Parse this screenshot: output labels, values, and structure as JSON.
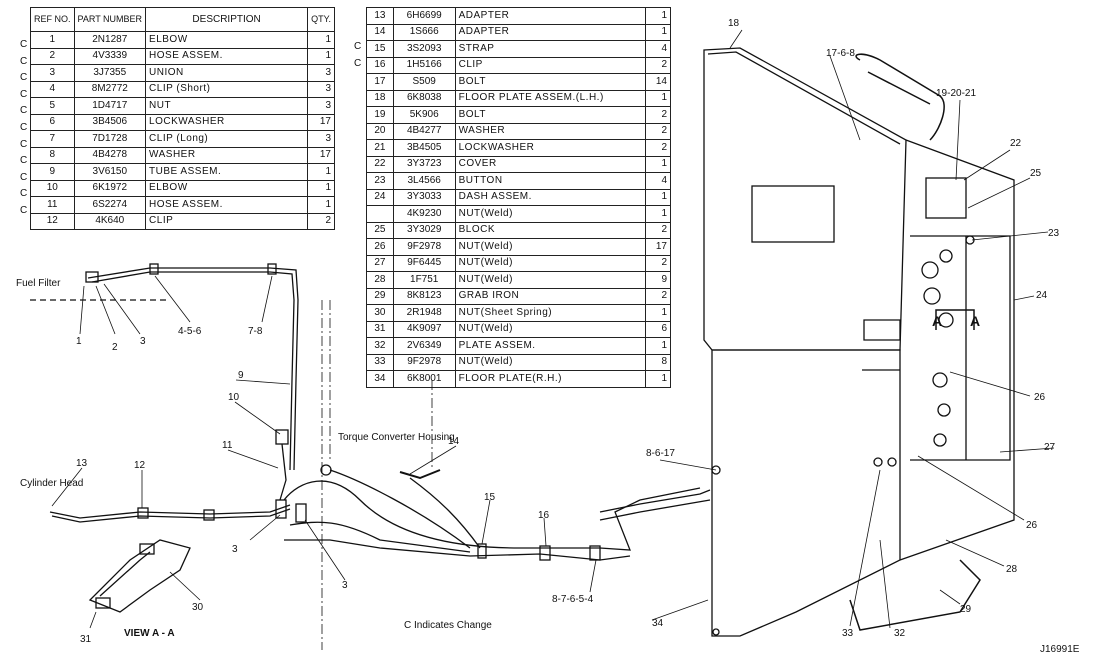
{
  "table1": {
    "headers": [
      "REF NO.",
      "PART NUMBER",
      "DESCRIPTION",
      "QTY."
    ],
    "rows": [
      {
        "change": "C",
        "ref": "1",
        "part": "2N1287",
        "desc": "ELBOW",
        "qty": "1"
      },
      {
        "change": "C",
        "ref": "2",
        "part": "4V3339",
        "desc": "HOSE ASSEM.",
        "qty": "1"
      },
      {
        "change": "C",
        "ref": "3",
        "part": "3J7355",
        "desc": "UNION",
        "qty": "3"
      },
      {
        "change": "C",
        "ref": "4",
        "part": "8M2772",
        "desc": "CLIP (Short)",
        "qty": "3"
      },
      {
        "change": "C",
        "ref": "5",
        "part": "1D4717",
        "desc": "NUT",
        "qty": "3"
      },
      {
        "change": "C",
        "ref": "6",
        "part": "3B4506",
        "desc": "LOCKWASHER",
        "qty": "17"
      },
      {
        "change": "C",
        "ref": "7",
        "part": "7D1728",
        "desc": "CLIP (Long)",
        "qty": "3"
      },
      {
        "change": "C",
        "ref": "8",
        "part": "4B4278",
        "desc": "WASHER",
        "qty": "17"
      },
      {
        "change": "C",
        "ref": "9",
        "part": "3V6150",
        "desc": "TUBE ASSEM.",
        "qty": "1"
      },
      {
        "change": "C",
        "ref": "10",
        "part": "6K1972",
        "desc": "ELBOW",
        "qty": "1"
      },
      {
        "change": "C",
        "ref": "11",
        "part": "6S2274",
        "desc": "HOSE ASSEM.",
        "qty": "1"
      },
      {
        "change": "",
        "ref": "12",
        "part": "4K640",
        "desc": "CLIP",
        "qty": "2"
      }
    ]
  },
  "table2": {
    "rows": [
      {
        "change": "",
        "ref": "13",
        "part": "6H6699",
        "desc": "ADAPTER",
        "qty": "1"
      },
      {
        "change": "",
        "ref": "14",
        "part": "1S666",
        "desc": "ADAPTER",
        "qty": "1"
      },
      {
        "change": "C",
        "ref": "15",
        "part": "3S2093",
        "desc": "STRAP",
        "qty": "4"
      },
      {
        "change": "C",
        "ref": "16",
        "part": "1H5166",
        "desc": "CLIP",
        "qty": "2"
      },
      {
        "change": "",
        "ref": "17",
        "part": "S509",
        "desc": "BOLT",
        "qty": "14"
      },
      {
        "change": "",
        "ref": "18",
        "part": "6K8038",
        "desc": "FLOOR PLATE ASSEM.(L.H.)",
        "qty": "1"
      },
      {
        "change": "",
        "ref": "19",
        "part": "5K906",
        "desc": "BOLT",
        "qty": "2"
      },
      {
        "change": "",
        "ref": "20",
        "part": "4B4277",
        "desc": "WASHER",
        "qty": "2"
      },
      {
        "change": "",
        "ref": "21",
        "part": "3B4505",
        "desc": "LOCKWASHER",
        "qty": "2"
      },
      {
        "change": "",
        "ref": "22",
        "part": "3Y3723",
        "desc": "COVER",
        "qty": "1"
      },
      {
        "change": "",
        "ref": "23",
        "part": "3L4566",
        "desc": "BUTTON",
        "qty": "4"
      },
      {
        "change": "",
        "ref": "24",
        "part": "3Y3033",
        "desc": "DASH ASSEM.",
        "qty": "1"
      },
      {
        "change": "",
        "ref": "",
        "part": "4K9230",
        "desc": "NUT(Weld)",
        "qty": "1"
      },
      {
        "change": "",
        "ref": "25",
        "part": "3Y3029",
        "desc": "BLOCK",
        "qty": "2"
      },
      {
        "change": "",
        "ref": "26",
        "part": "9F2978",
        "desc": "NUT(Weld)",
        "qty": "17"
      },
      {
        "change": "",
        "ref": "27",
        "part": "9F6445",
        "desc": "NUT(Weld)",
        "qty": "2"
      },
      {
        "change": "",
        "ref": "28",
        "part": "1F751",
        "desc": "NUT(Weld)",
        "qty": "9"
      },
      {
        "change": "",
        "ref": "29",
        "part": "8K8123",
        "desc": "GRAB IRON",
        "qty": "2"
      },
      {
        "change": "",
        "ref": "30",
        "part": "2R1948",
        "desc": "NUT(Sheet Spring)",
        "qty": "1"
      },
      {
        "change": "",
        "ref": "31",
        "part": "4K9097",
        "desc": "NUT(Weld)",
        "qty": "6"
      },
      {
        "change": "",
        "ref": "32",
        "part": "2V6349",
        "desc": "PLATE ASSEM.",
        "qty": "1"
      },
      {
        "change": "",
        "ref": "33",
        "part": "9F2978",
        "desc": "NUT(Weld)",
        "qty": "8"
      },
      {
        "change": "",
        "ref": "34",
        "part": "6K8001",
        "desc": "FLOOR PLATE(R.H.)",
        "qty": "1"
      }
    ]
  },
  "callouts": {
    "fuel_filter": "Fuel Filter",
    "cylinder_head": "Cylinder Head",
    "torque_converter": "Torque Converter Housing",
    "view_aa": "VIEW A - A",
    "change_note": "C  Indicates Change",
    "drawing_id": "J16991E",
    "section_a": "A",
    "c1": "1",
    "c2": "2",
    "c3a": "3",
    "c3b": "3",
    "c3c": "3",
    "c456": "4-5-6",
    "c78": "7-8",
    "c9": "9",
    "c10": "10",
    "c11": "11",
    "c12": "12",
    "c13": "13",
    "c14": "14",
    "c15": "15",
    "c16": "16",
    "c87654": "8-7-6-5-4",
    "c30": "30",
    "c31": "31",
    "c18": "18",
    "c1768": "17-6-8",
    "c192021": "19-20-21",
    "c22": "22",
    "c25": "25",
    "c23": "23",
    "c24": "24",
    "c26a": "26",
    "c26b": "26",
    "c27": "27",
    "c28": "28",
    "c29": "29",
    "c32": "32",
    "c33": "33",
    "c34": "34",
    "c8617": "8-6-17"
  }
}
